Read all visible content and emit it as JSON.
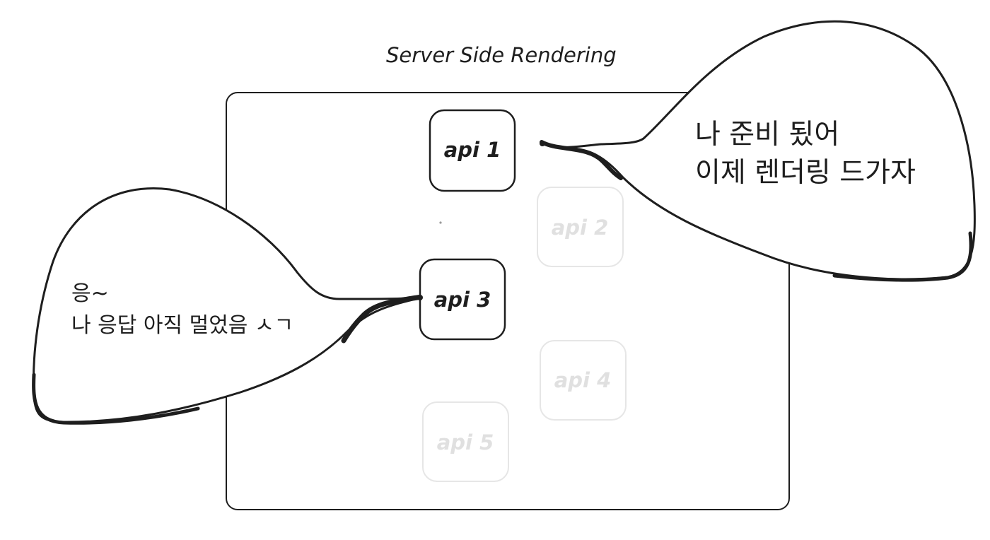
{
  "diagram": {
    "title": "Server Side Rendering",
    "colors": {
      "ink": "#1e1e1e",
      "faded": "#e3e3e3",
      "background": "#ffffff"
    },
    "apis": [
      {
        "label": "api 1",
        "state": "active"
      },
      {
        "label": "api 2",
        "state": "faded"
      },
      {
        "label": "api 3",
        "state": "active"
      },
      {
        "label": "api 4",
        "state": "faded"
      },
      {
        "label": "api 5",
        "state": "faded"
      }
    ],
    "bubbles": {
      "right": {
        "line1": "나 준비 됬어",
        "line2": "이제 렌더링 드가자"
      },
      "left": {
        "line1": "응~",
        "line2": "나 응답 아직 멀었음 ㅅㄱ"
      }
    }
  }
}
